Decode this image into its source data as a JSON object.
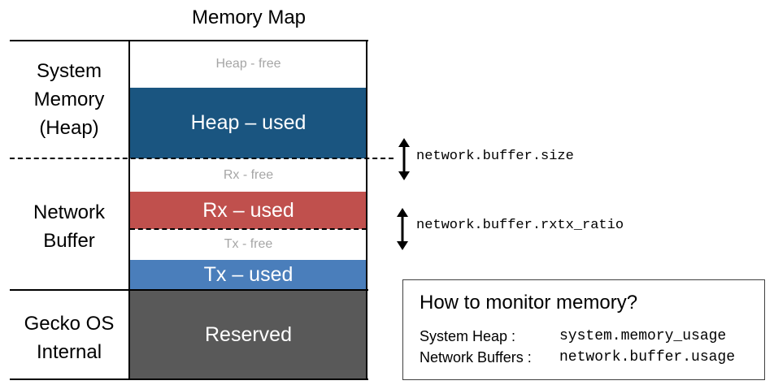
{
  "title": "Memory Map",
  "sections": [
    {
      "label_lines": [
        "System",
        "Memory",
        "(Heap)"
      ]
    },
    {
      "label_lines": [
        "Network",
        "Buffer"
      ]
    },
    {
      "label_lines": [
        "Gecko OS",
        "Internal"
      ]
    }
  ],
  "segments": {
    "heap_free": "Heap - free",
    "heap_used": "Heap – used",
    "rx_free": "Rx - free",
    "rx_used": "Rx – used",
    "tx_free": "Tx - free",
    "tx_used": "Tx – used",
    "reserved": "Reserved"
  },
  "colors": {
    "heap_used": "#1a5580",
    "rx_used": "#c0504d",
    "tx_used": "#4a7ebb",
    "reserved": "#595959",
    "free_text": "#a6a6a6"
  },
  "params": {
    "buffer_size": "network.buffer.size",
    "rxtx_ratio": "network.buffer.rxtx_ratio"
  },
  "monitor": {
    "title": "How to monitor memory?",
    "rows": [
      {
        "label": "System Heap :",
        "value": "system.memory_usage"
      },
      {
        "label": "Network Buffers :",
        "value": "network.buffer.usage"
      }
    ]
  }
}
